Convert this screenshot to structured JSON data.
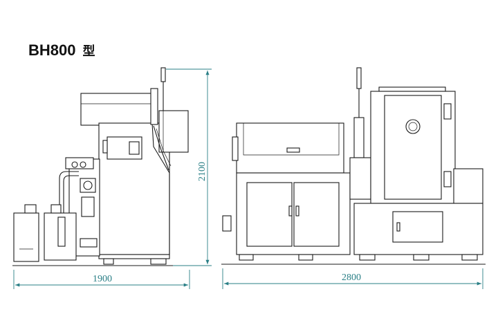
{
  "title": {
    "model": "BH800",
    "suffix": "型"
  },
  "dimensions": {
    "side_width": "1900",
    "height": "2100",
    "front_width": "2800"
  },
  "colors": {
    "dimension_line": "#2a7f86",
    "drawing_line": "#1a1a1a"
  }
}
